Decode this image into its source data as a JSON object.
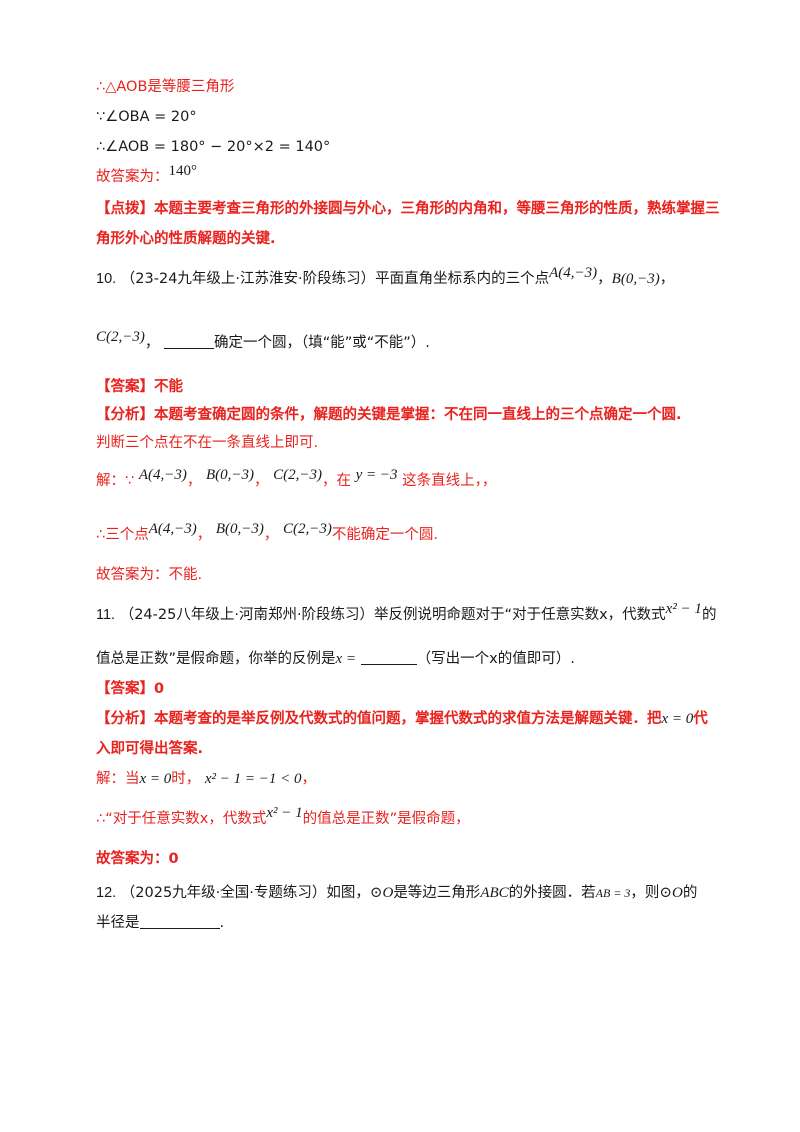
{
  "lines": {
    "l1": "∴△AOB是等腰三角形",
    "l2": "∵∠OBA = 20°",
    "l3": "∴∠AOB = 180° − 20°×2 = 140°",
    "l4a": "故答案为：",
    "l4b": "140°",
    "l5": "【点拨】本题主要考查三角形的外接圆与外心，三角形的内角和，等腰三角形的性质，熟练掌握三",
    "l6": "角形外心的性质解题的关键."
  },
  "q10": {
    "num": "10.",
    "source": "（23-24九年级上·江苏淮安·阶段练习）平面直角坐标系内的三个点",
    "pA": "A(4,−3)",
    "sep1": "，",
    "pB": "B(0,−3)",
    "sep2": "，",
    "pC": "C(2,−3)",
    "after_c": "，",
    "text2": "确定一个圆，（填“能”或“不能”）.",
    "answer": "【答案】不能",
    "analysis1": "【分析】本题考查确定圆的条件，解题的关键是掌握：不在同一直线上的三个点确定一个圆.",
    "analysis2": "判断三个点在不在一条直线上即可.",
    "sol_prefix": "解：∵",
    "sol_pA": "A(4,−3)",
    "sol_pB": "B(0,−3)",
    "sol_pC": "C(2,−3)",
    "sol_mid": "，在",
    "sol_line": "y = −3",
    "sol_end": "这条直线上，，",
    "th_prefix": "∴三个点",
    "th_pA": "A(4,−3)",
    "th_pB": "B(0,−3)",
    "th_pC": "C(2,−3)",
    "th_end": "不能确定一个圆.",
    "final": "故答案为：不能."
  },
  "q11": {
    "num": "11.",
    "text1a": "（24-25八年级上·河南郑州·阶段练习）举反例说明命题对于“对于任意实数x，代数式",
    "expr": "x² − 1",
    "text1b": "的",
    "text2a": "值总是正数”是假命题，你举的反例是",
    "xeq": "x =",
    "text2b": "（写出一个x的值即可）.",
    "answer": "【答案】0",
    "analysis1a": "【分析】本题考查的是举反例及代数式的值问题，掌握代数式的求值方法是解题关键．把",
    "analysis1expr": "x = 0",
    "analysis1b": "代",
    "analysis2": "入即可得出答案.",
    "sol_a": "解：当",
    "sol_x0": "x = 0",
    "sol_b": "时，",
    "sol_expr": "x² − 1 = −1 < 0",
    "sol_c": "，",
    "th_a": "∴“对于任意实数x，代数式",
    "th_expr": "x² − 1",
    "th_b": "的值总是正数”是假命题，",
    "final": "故答案为：0"
  },
  "q12": {
    "num": "12.",
    "text1a": "（2025九年级·全国·专题练习）如图，",
    "circle": "⊙O",
    "text1b": "是等边三角形",
    "abc": "ABC",
    "text1c": "的外接圆．若",
    "ab": "AB = 3",
    "text1d": "，则",
    "circle2": "⊙O",
    "text1e": "的",
    "text2": "半径是",
    "text2end": "."
  }
}
